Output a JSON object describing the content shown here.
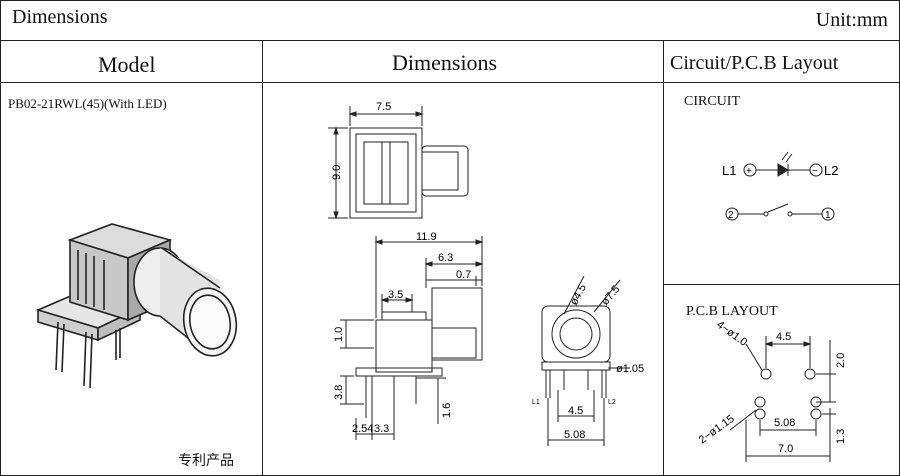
{
  "header": {
    "title": "Dimensions",
    "unit": "Unit:mm"
  },
  "columns": {
    "model": "Model",
    "dimensions": "Dimensions",
    "circuit": "Circuit/P.C.B Layout"
  },
  "model": {
    "name": "PB02-21RWL(45)(With LED)",
    "patent": "专利产品"
  },
  "dims": {
    "w_7_5": "7.5",
    "h_9_0": "9.0",
    "w_11_9": "11.9",
    "w_6_3": "6.3",
    "w_0_7": "0.7",
    "w_3_5": "3.5",
    "h_1_0": "1.0",
    "h_3_8": "3.8",
    "h_1_6": "1.6",
    "w_2_54": "2.54",
    "w_3_3": "3.3",
    "d_4_5": "ø4.5",
    "d_7_5": "ø7.5",
    "d_1_05": "ø1.05",
    "w_4_5": "4.5",
    "w_5_08": "5.08",
    "pin_l1": "L1",
    "pin_l2": "L2"
  },
  "circuit": {
    "label": "CIRCUIT",
    "l1": "L1",
    "l2": "L2",
    "plus": "+",
    "minus": "−",
    "n2": "2",
    "n1": "1"
  },
  "pcb": {
    "label": "P.C.B LAYOUT",
    "holes_a": "4−ø1.0",
    "holes_b": "2−ø1.15",
    "w_4_5": "4.5",
    "h_2_0": "2.0",
    "w_5_08": "5.08",
    "h_1_3": "1.3",
    "w_7_0": "7.0"
  }
}
